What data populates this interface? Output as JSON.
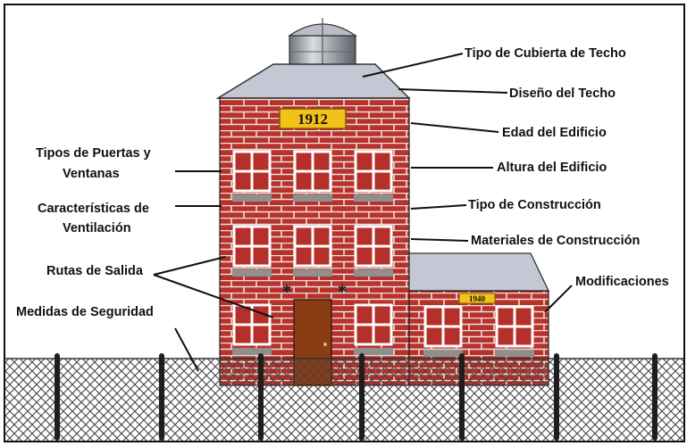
{
  "diagram": {
    "labels": {
      "roof_covering_type": "Tipo de Cubierta de Techo",
      "roof_design": "Diseño del Techo",
      "building_age": "Edad del Edificio",
      "building_height": "Altura del Edificio",
      "construction_type": "Tipo de Construcción",
      "construction_materials": "Materiales de Construcción",
      "modifications": "Modificaciones",
      "doors_windows_line1": "Tipos de Puertas y",
      "doors_windows_line2": "Ventanas",
      "ventilation_line1": "Características de",
      "ventilation_line2": "Ventilación",
      "exit_routes": "Rutas de Salida",
      "safety_measures": "Medidas de Seguridad"
    },
    "main_building_year": "1912",
    "annex_year": "1940",
    "colors": {
      "brick": "#b8312c",
      "mortar": "#e8e2da",
      "roof": "#c4c8d4",
      "plaque": "#f2c21a",
      "door": "#8a3c14",
      "window_frame": "#ffffff",
      "window_glass": "#b6302b",
      "sill": "#8f8f8f",
      "fence": "#222222"
    }
  }
}
